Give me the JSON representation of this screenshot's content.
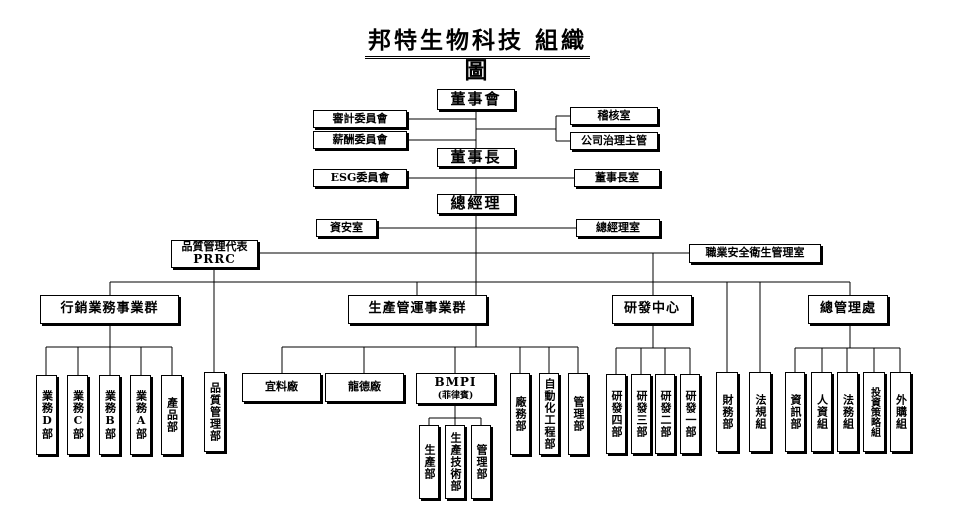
{
  "title": "邦特生物科技  組織圖",
  "nodes": {
    "board": "董事會",
    "audit_committee": "審計委員會",
    "remuneration_committee": "薪酬委員會",
    "internal_audit": "稽核室",
    "corporate_governance": "公司治理主管",
    "chairman": "董事長",
    "esg_committee": "ESG委員會",
    "chairman_office": "董事長室",
    "president": "總經理",
    "info_security": "資安室",
    "president_office": "總經理室",
    "prrc_label": "品質管理代表",
    "prrc_code": "PRRC",
    "occupational_safety": "職業安全衛生管理室",
    "sales_group": "行銷業務事業群",
    "production_group": "生產管運事業群",
    "rd_center": "研發中心",
    "general_admin": "總管理處",
    "sales_d": "業務D部",
    "sales_c": "業務C部",
    "sales_b": "業務B部",
    "sales_a": "業務A部",
    "product_dept": "產品部",
    "quality_dept": "品質管理部",
    "yilan_plant": "宜料廠",
    "longde_plant": "龍德廠",
    "bmpi_name": "BMPI",
    "bmpi_sub": "(菲律賓)",
    "bmpi_production": "生產部",
    "bmpi_tech": "生產技術部",
    "bmpi_management": "管理部",
    "plant_affairs": "廠務部",
    "automation": "自動化工程部",
    "production_management": "管理部",
    "rd_4": "研發四部",
    "rd_3": "研發三部",
    "rd_2": "研發二部",
    "rd_1": "研發一部",
    "finance": "財務部",
    "legal_section": "法規組",
    "it_dept": "資訊部",
    "hr_section": "人資組",
    "legal_affairs": "法務組",
    "investment_strategy": "投資策略組",
    "procurement": "外購組"
  }
}
